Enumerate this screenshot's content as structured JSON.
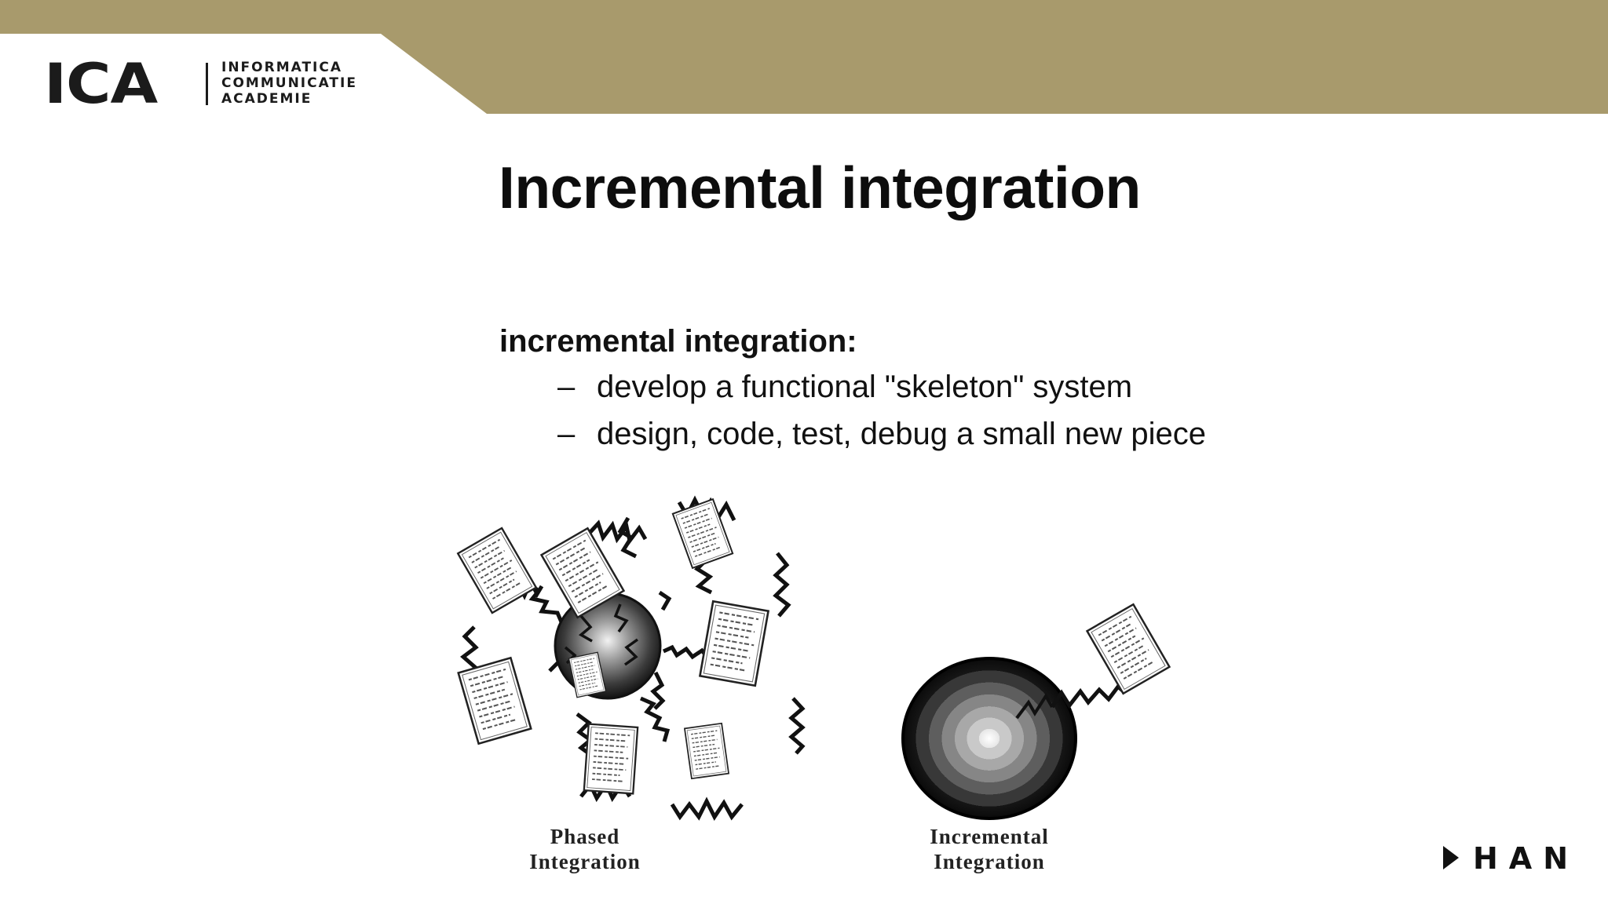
{
  "colors": {
    "banner": "#a89a6c",
    "text": "#111111",
    "background": "#ffffff"
  },
  "logo": {
    "mark": "ICA",
    "lines": [
      "INFORMATICA",
      "COMMUNICATIE",
      "ACADEMIE"
    ]
  },
  "slide": {
    "title": "Incremental integration",
    "lead": "incremental integration:",
    "bullets": [
      {
        "dash": "–",
        "text": "develop a functional \"skeleton\" system"
      },
      {
        "dash": "–",
        "text": "design, code, test, debug a small new piece"
      }
    ]
  },
  "figure": {
    "phased": {
      "caption_line1": "Phased",
      "caption_line2": "Integration"
    },
    "incremental": {
      "caption_line1": "Incremental",
      "caption_line2": "Integration"
    }
  },
  "footer": {
    "brand": "HAN",
    "icon": "play-triangle-icon"
  }
}
